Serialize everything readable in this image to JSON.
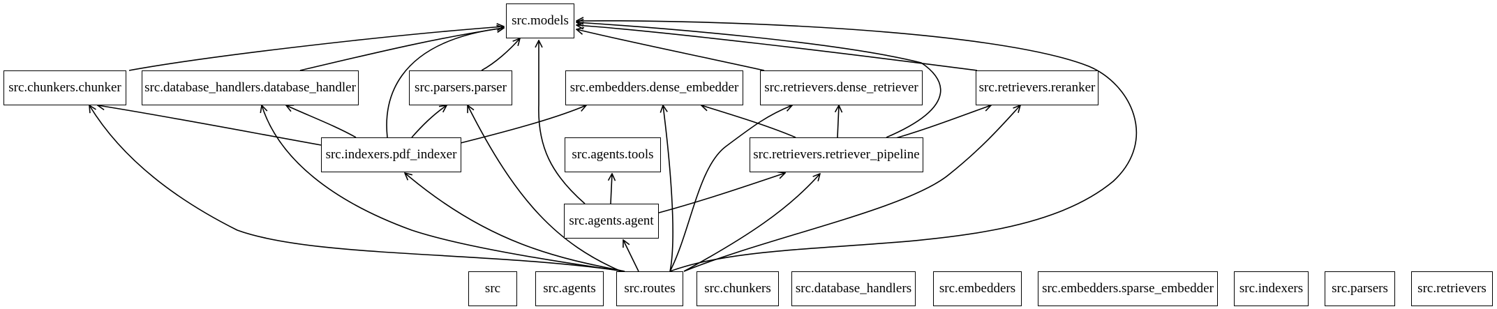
{
  "nodes": {
    "models": "src.models",
    "chunker": "src.chunkers.chunker",
    "db_handler": "src.database_handlers.database_handler",
    "parser": "src.parsers.parser",
    "dense_embedder": "src.embedders.dense_embedder",
    "dense_retriever": "src.retrievers.dense_retriever",
    "reranker": "src.retrievers.reranker",
    "pdf_indexer": "src.indexers.pdf_indexer",
    "tools": "src.agents.tools",
    "retriever_pipeline": "src.retrievers.retriever_pipeline",
    "agent": "src.agents.agent",
    "src": "src",
    "agents": "src.agents",
    "routes": "src.routes",
    "chunkers": "src.chunkers",
    "database_handlers": "src.database_handlers",
    "embedders": "src.embedders",
    "sparse_embedder": "src.embedders.sparse_embedder",
    "indexers": "src.indexers",
    "parsers": "src.parsers",
    "retrievers": "src.retrievers"
  },
  "edges": [
    {
      "from": "chunker",
      "to": "models"
    },
    {
      "from": "db_handler",
      "to": "models"
    },
    {
      "from": "parser",
      "to": "models"
    },
    {
      "from": "dense_retriever",
      "to": "models"
    },
    {
      "from": "reranker",
      "to": "models"
    },
    {
      "from": "pdf_indexer",
      "to": "models"
    },
    {
      "from": "retriever_pipeline",
      "to": "models"
    },
    {
      "from": "agent",
      "to": "models"
    },
    {
      "from": "routes",
      "to": "models"
    },
    {
      "from": "pdf_indexer",
      "to": "chunker"
    },
    {
      "from": "pdf_indexer",
      "to": "db_handler"
    },
    {
      "from": "pdf_indexer",
      "to": "parser"
    },
    {
      "from": "pdf_indexer",
      "to": "dense_embedder"
    },
    {
      "from": "retriever_pipeline",
      "to": "dense_embedder"
    },
    {
      "from": "retriever_pipeline",
      "to": "dense_retriever"
    },
    {
      "from": "retriever_pipeline",
      "to": "reranker"
    },
    {
      "from": "agent",
      "to": "tools"
    },
    {
      "from": "agent",
      "to": "retriever_pipeline"
    },
    {
      "from": "routes",
      "to": "agent"
    },
    {
      "from": "routes",
      "to": "chunker"
    },
    {
      "from": "routes",
      "to": "db_handler"
    },
    {
      "from": "routes",
      "to": "parser"
    },
    {
      "from": "routes",
      "to": "pdf_indexer"
    },
    {
      "from": "routes",
      "to": "dense_embedder"
    },
    {
      "from": "routes",
      "to": "dense_retriever"
    },
    {
      "from": "routes",
      "to": "retriever_pipeline"
    },
    {
      "from": "routes",
      "to": "reranker"
    }
  ]
}
